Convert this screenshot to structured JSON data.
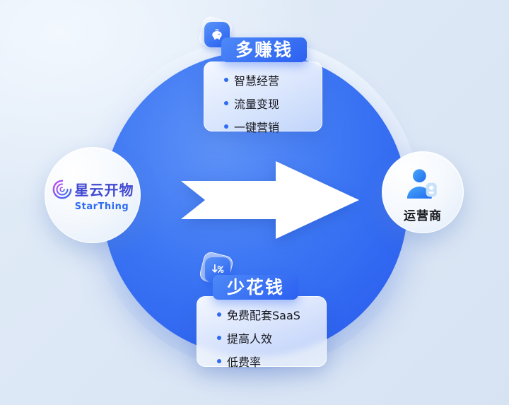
{
  "diagram": {
    "left_node": {
      "logo_cn": "星云开物",
      "logo_en": "StarThing"
    },
    "right_node": {
      "label": "运营商",
      "icon": "operator-user-icon"
    },
    "top_card": {
      "icon": "piggy-bank-icon",
      "title": "多赚钱",
      "items": [
        "智慧经营",
        "流量变现",
        "一键营销"
      ]
    },
    "bottom_card": {
      "icon": "discount-percent-icon",
      "title": "少花钱",
      "items": [
        "免费配套SaaS",
        "提高人效",
        "低费率"
      ]
    },
    "colors": {
      "background": "#dce7f5",
      "circle_blue": "#2f6af0",
      "banner_blue": "#2e6bf3",
      "bullet_blue": "#2e6bf3",
      "logo_purple": "#4149d2",
      "logo_blue": "#2e6bf0",
      "text_dark": "#17181f",
      "arrow_white": "#ffffff"
    }
  }
}
